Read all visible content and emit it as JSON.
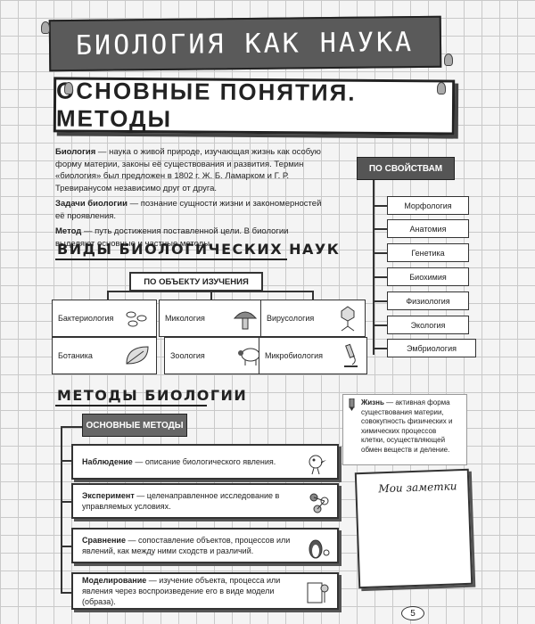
{
  "header": {
    "title": "БИОЛОГИЯ КАК НАУКА",
    "subtitle": "ОСНОВНЫЕ ПОНЯТИЯ. МЕТОДЫ"
  },
  "intro": {
    "p1_term": "Биология",
    "p1_text": " — наука о живой природе, изучающая жизнь как особую форму материи, законы её существования и развития. Термин «биология» был предложен в 1802 г. Ж. Б. Ламарком и Г. Р. Тревиранусом независимо друг от друга.",
    "p2_term": "Задачи биологии",
    "p2_text": " — познание сущности жизни и закономерностей её проявления.",
    "p3_term": "Метод",
    "p3_text": " — путь достижения поставленной цели. В биологии выделяют основные и частные методы."
  },
  "properties": {
    "heading": "ПО СВОЙСТВАМ",
    "items": [
      "Морфология",
      "Анатомия",
      "Генетика",
      "Биохимия",
      "Физиология",
      "Экология",
      "Эмбриология"
    ]
  },
  "kinds": {
    "title": "ВИДЫ БИОЛОГИЧЕСКИХ НАУК",
    "by_object": "ПО ОБЪЕКТУ ИЗУЧЕНИЯ",
    "items": [
      "Бактериология",
      "Микология",
      "Вирусология",
      "Ботаника",
      "Зоология",
      "Микробиология"
    ]
  },
  "methods": {
    "title": "МЕТОДЫ БИОЛОГИИ",
    "basic": "ОСНОВНЫЕ МЕТОДЫ",
    "m1_term": "Наблюдение",
    "m1_text": " — описание биологического явления.",
    "m2_term": "Эксперимент",
    "m2_text": " — целенаправленное исследование в управляемых условиях.",
    "m3_term": "Сравнение",
    "m3_text": " — сопоставление объектов, процессов или явлений, как между ними сходств и различий.",
    "m4_term": "Моделирование",
    "m4_text": " — изучение объекта, процесса или явления через воспроизведение его в виде модели (образа)."
  },
  "life_note": {
    "term": "Жизнь",
    "text": " — активная форма существования материи, совокупность физических и химических процессов клетки, осуществляющей обмен веществ и деление."
  },
  "notes_card": {
    "title": "Мои заметки"
  },
  "page_number": "5"
}
